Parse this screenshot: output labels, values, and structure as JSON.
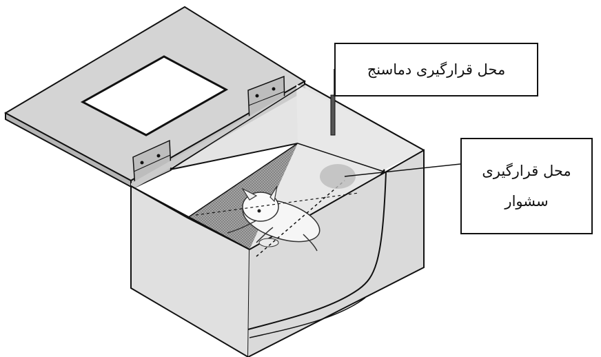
{
  "labels": {
    "thermometer_location": "محل قرارگیری دماسنج",
    "dryer_location_line1": "محل قرارگیری",
    "dryer_location_line2": "سشوار"
  },
  "colors": {
    "outline": "#111111",
    "box_face_light": "#e6e6e6",
    "box_face_mid": "#d2d2d2",
    "lid": "#cfcfcf",
    "mesh": "#8c8c8c",
    "window": "#ffffff"
  }
}
